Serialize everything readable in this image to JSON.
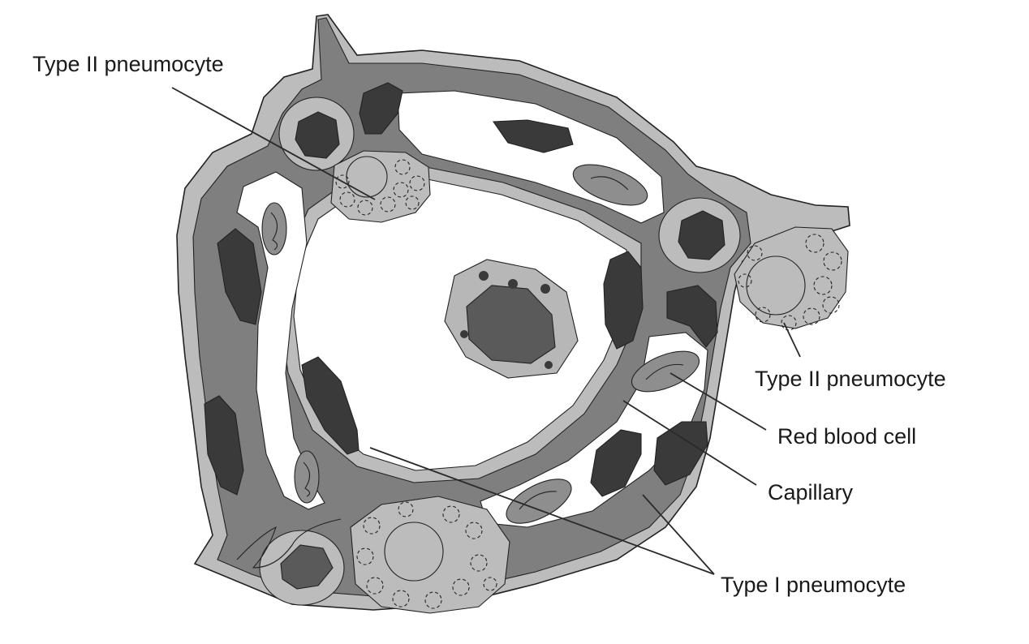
{
  "labels": {
    "type2_top": "Type II pneumocyte",
    "type2_right": "Type II pneumocyte",
    "red_blood_cell": "Red blood cell",
    "capillary": "Capillary",
    "type1": "Type I pneumocyte"
  },
  "colors": {
    "outer_tissue": "#bcbcbc",
    "interstitium": "#7f7f7f",
    "nucleus": "#3a3a3a",
    "red_blood_cell": "#8e8e8e",
    "lumen": "#ffffff",
    "macrophage_body": "#b7b7b7",
    "macrophage_nucleus": "#5a5a5a"
  }
}
